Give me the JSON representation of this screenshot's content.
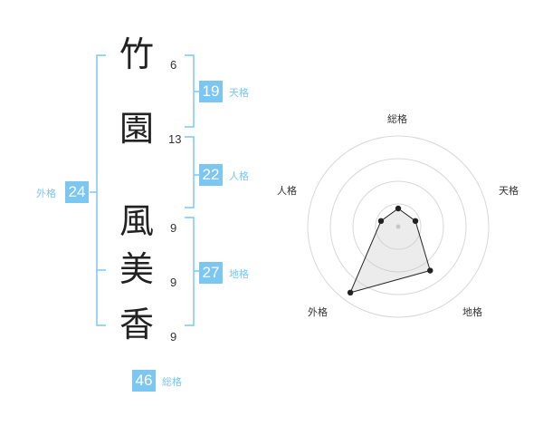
{
  "name": {
    "characters": [
      {
        "char": "竹",
        "strokes": "6"
      },
      {
        "char": "園",
        "strokes": "13"
      },
      {
        "char": "風",
        "strokes": "9"
      },
      {
        "char": "美",
        "strokes": "9"
      },
      {
        "char": "香",
        "strokes": "9"
      }
    ]
  },
  "fortunes": {
    "tenkaku": {
      "value": "19",
      "label": "天格"
    },
    "jinkaku": {
      "value": "22",
      "label": "人格"
    },
    "chikaku": {
      "value": "27",
      "label": "地格"
    },
    "gaikaku": {
      "value": "24",
      "label": "外格"
    },
    "soukaku": {
      "value": "46",
      "label": "総格"
    }
  },
  "colors": {
    "accent": "#7cc7f2",
    "text": "#222222"
  },
  "chart_data": {
    "type": "radar",
    "axes": [
      "総格",
      "天格",
      "地格",
      "外格",
      "人格"
    ],
    "values": [
      0.2,
      0.2,
      0.6,
      0.9,
      0.2
    ],
    "rings": 4
  }
}
